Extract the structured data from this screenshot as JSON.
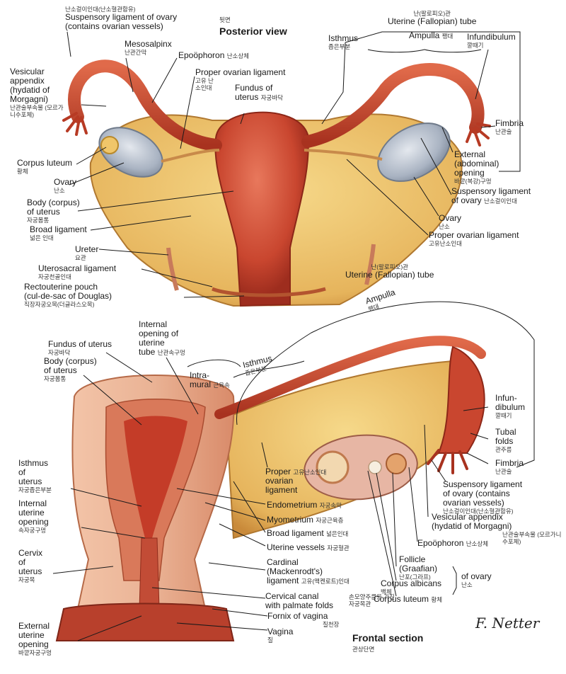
{
  "posterior": {
    "title": "Posterior view",
    "title_ko": "뒷면",
    "labels": [
      {
        "id": "susp-lig",
        "en": [
          "Suspensory ligament of ovary",
          "(contains ovarian vessels)"
        ],
        "ko": "난소걸이인대(난소혈관함유)",
        "ko_top": true
      },
      {
        "id": "mesosalpinx",
        "en": [
          "Mesosalpinx"
        ],
        "ko": "난관간막"
      },
      {
        "id": "epoophoron",
        "en": [
          "Epoöphoron"
        ],
        "ko": "난소상체",
        "inline_ko": true
      },
      {
        "id": "vesicular-appendix",
        "en": [
          "Vesicular",
          "appendix",
          "(hydatid of",
          "Morgagni)"
        ],
        "ko": "난관술부속물 (모르가니수포체)"
      },
      {
        "id": "proper-ovarian",
        "en": [
          "Proper ovarian ligament"
        ],
        "ko": "고유 난소인대"
      },
      {
        "id": "fundus",
        "en": [
          "Fundus of",
          "uterus"
        ],
        "ko": "자궁바닥"
      },
      {
        "id": "corpus-luteum",
        "en": [
          "Corpus luteum"
        ],
        "ko": "황체"
      },
      {
        "id": "ovary-left",
        "en": [
          "Ovary"
        ],
        "ko": "난소"
      },
      {
        "id": "body-uterus",
        "en": [
          "Body (corpus)",
          "of uterus"
        ],
        "ko": "자궁몸통"
      },
      {
        "id": "broad-lig",
        "en": [
          "Broad ligament"
        ],
        "ko": "넓은 인대"
      },
      {
        "id": "ureter",
        "en": [
          "Ureter"
        ],
        "ko": "요관"
      },
      {
        "id": "uterosacral",
        "en": [
          "Uterosacral ligament"
        ],
        "ko": "자궁천골인대"
      },
      {
        "id": "rectouterine",
        "en": [
          "Rectouterine pouch",
          "(cul-de-sac of Douglas)"
        ],
        "ko": "직장자궁오목(더글라스오목)"
      },
      {
        "id": "uterine-tube",
        "en": [
          "Uterine (Fallopian) tube"
        ],
        "ko": "난(팔로피오)관",
        "ko_top": true
      },
      {
        "id": "isthmus",
        "en": [
          "Isthmus"
        ],
        "ko": "좁은부분"
      },
      {
        "id": "ampulla",
        "en": [
          "Ampulla"
        ],
        "ko": "팽대",
        "inline_ko": true
      },
      {
        "id": "infundibulum",
        "en": [
          "Infundibulum"
        ],
        "ko": "깔때기"
      },
      {
        "id": "fimbria",
        "en": [
          "Fimbria"
        ],
        "ko": "난관술"
      },
      {
        "id": "external-opening",
        "en": [
          "External",
          "(abdominal)",
          "opening"
        ],
        "ko": "바깥(복강)구멍"
      },
      {
        "id": "susp-lig-right",
        "en": [
          "Suspensory ligament",
          "of ovary"
        ],
        "ko": "난소걸이인대"
      },
      {
        "id": "ovary-right",
        "en": [
          "Ovary"
        ],
        "ko": "난소"
      },
      {
        "id": "proper-ovarian-right",
        "en": [
          "Proper ovarian ligament"
        ],
        "ko": "고유난소인대"
      }
    ]
  },
  "frontal": {
    "title": "Frontal section",
    "title_ko": "관상단면",
    "labels": [
      {
        "id": "f-uterine-tube",
        "en": [
          "Uterine (Fallopian) tube"
        ],
        "ko": "난(팔로피오)관",
        "ko_top": true
      },
      {
        "id": "f-ampulla",
        "en": [
          "Ampulla"
        ],
        "ko": "팽대"
      },
      {
        "id": "f-internal-opening",
        "en": [
          "Internal",
          "opening of",
          "uterine",
          "tube"
        ],
        "ko": "난관속구멍",
        "inline_ko": true
      },
      {
        "id": "f-fundus",
        "en": [
          "Fundus of uterus"
        ],
        "ko": "자궁바닥"
      },
      {
        "id": "f-body",
        "en": [
          "Body (corpus)",
          "of uterus"
        ],
        "ko": "자궁몸통"
      },
      {
        "id": "f-intramural",
        "en": [
          "Intra-",
          "mural"
        ],
        "ko": "근육속",
        "inline_ko": true
      },
      {
        "id": "f-isthmus-tube",
        "en": [
          "Isthmus"
        ],
        "ko": "좁은부분"
      },
      {
        "id": "f-infundibulum",
        "en": [
          "Infun-",
          "dibulum"
        ],
        "ko": "깔때기"
      },
      {
        "id": "f-tubal-folds",
        "en": [
          "Tubal",
          "folds"
        ],
        "ko": "관주름"
      },
      {
        "id": "f-fimbria",
        "en": [
          "Fimbria"
        ],
        "ko": "난관술"
      },
      {
        "id": "f-isthmus-uterus",
        "en": [
          "Isthmus",
          "of",
          "uterus"
        ],
        "ko": "자궁좁은부분"
      },
      {
        "id": "f-proper-ovarian",
        "en": [
          "Proper",
          "ovarian",
          "ligament"
        ],
        "ko": "고유난소인대",
        "inline_ko": true
      },
      {
        "id": "f-susp-lig",
        "en": [
          "Suspensory ligament",
          "of ovary (contains",
          "ovarian vessels)"
        ],
        "ko": "난소걸이인대(난소혈관함유)"
      },
      {
        "id": "f-internal-uterine-opening",
        "en": [
          "Internal",
          "uterine",
          "opening"
        ],
        "ko": "속자궁구멍"
      },
      {
        "id": "f-endometrium",
        "en": [
          "Endometrium"
        ],
        "ko": "자궁속막",
        "inline_ko": true
      },
      {
        "id": "f-myometrium",
        "en": [
          "Myometrium"
        ],
        "ko": "자궁근육층",
        "inline_ko": true
      },
      {
        "id": "f-vesicular",
        "en": [
          "Vesicular appendix",
          "(hydatid of Morgagni)"
        ],
        "ko": "난관술부속물 (모르가니수포체)"
      },
      {
        "id": "f-broad-lig",
        "en": [
          "Broad ligament"
        ],
        "ko": "넓은인대",
        "inline_ko": true
      },
      {
        "id": "f-uterine-vessels",
        "en": [
          "Uterine vessels"
        ],
        "ko": "자궁혈관",
        "inline_ko": true
      },
      {
        "id": "f-epoophoron",
        "en": [
          "Epoöphoron"
        ],
        "ko": "난소상체",
        "inline_ko": true
      },
      {
        "id": "f-cervix",
        "en": [
          "Cervix",
          "of",
          "uterus"
        ],
        "ko": "자궁목"
      },
      {
        "id": "f-cardinal",
        "en": [
          "Cardinal",
          "(Mackenrodt's)",
          "ligament"
        ],
        "ko": "고유(맥켄로트)인대",
        "inline_ko": true
      },
      {
        "id": "f-follicle",
        "en": [
          "Follicle",
          "(Graafian)"
        ],
        "ko": "난포(그라프)"
      },
      {
        "id": "f-corpus-albicans",
        "en": [
          "Corpus albicans"
        ],
        "ko": "백체"
      },
      {
        "id": "f-corpus-luteum",
        "en": [
          "Corpus luteum"
        ],
        "ko": "황체",
        "inline_ko": true
      },
      {
        "id": "f-of-ovary",
        "en": [
          "of ovary"
        ],
        "ko": "난소"
      },
      {
        "id": "f-cervical-canal",
        "en": [
          "Cervical canal",
          "with palmate folds"
        ],
        "ko": "손모양주름을 가진 자궁목관"
      },
      {
        "id": "f-fornix",
        "en": [
          "Fornix of vagina"
        ],
        "ko": "질천장"
      },
      {
        "id": "f-vagina",
        "en": [
          "Vagina"
        ],
        "ko": "질"
      },
      {
        "id": "f-external-opening",
        "en": [
          "External",
          "uterine",
          "opening"
        ],
        "ko": "바깥자궁구멍"
      }
    ]
  },
  "signature": "F. Netter"
}
